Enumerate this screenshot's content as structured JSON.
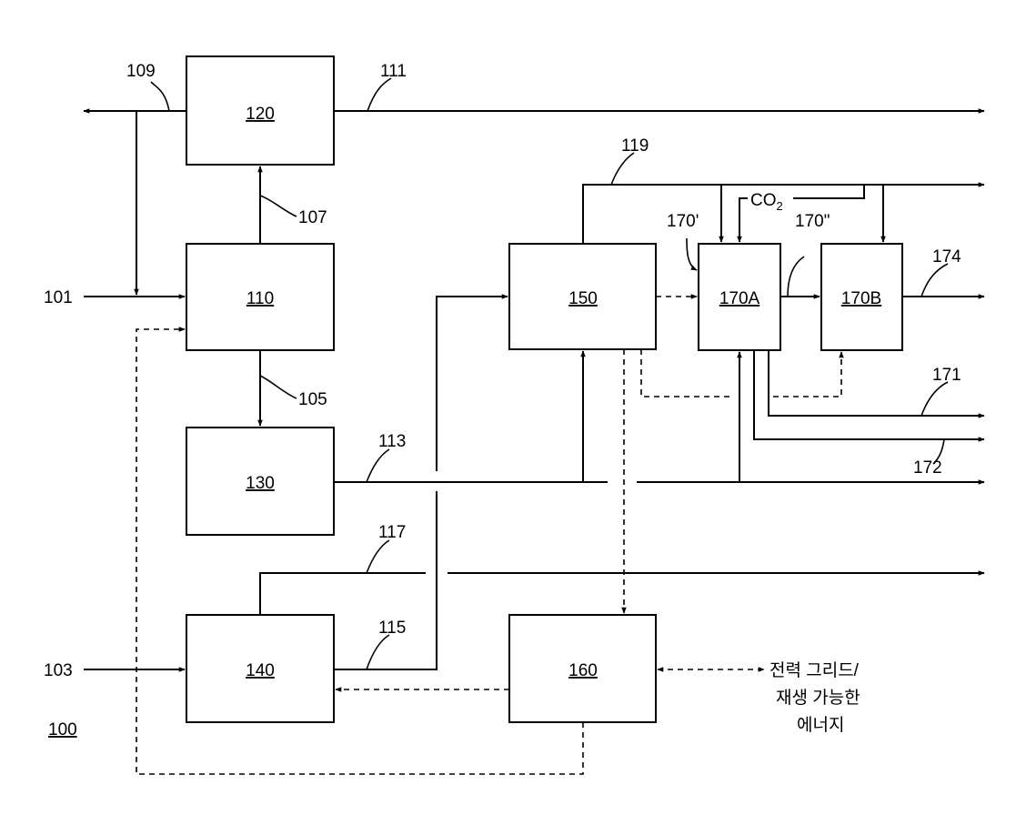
{
  "figure_label": "100",
  "blocks": {
    "b110": "110",
    "b120": "120",
    "b130": "130",
    "b140": "140",
    "b150": "150",
    "b160": "160",
    "b170a": "170A",
    "b170b": "170B"
  },
  "streams": {
    "s101": "101",
    "s103": "103",
    "s105": "105",
    "s107": "107",
    "s109": "109",
    "s111": "111",
    "s113": "113",
    "s115": "115",
    "s117": "117",
    "s119": "119",
    "s170p": "170'",
    "s170pp": "170\"",
    "s171": "171",
    "s172": "172",
    "s174": "174",
    "co2_main": "CO",
    "co2_sub": "2"
  },
  "external": {
    "line1": "전력 그리드/",
    "line2": "재생 가능한",
    "line3": "에너지"
  }
}
